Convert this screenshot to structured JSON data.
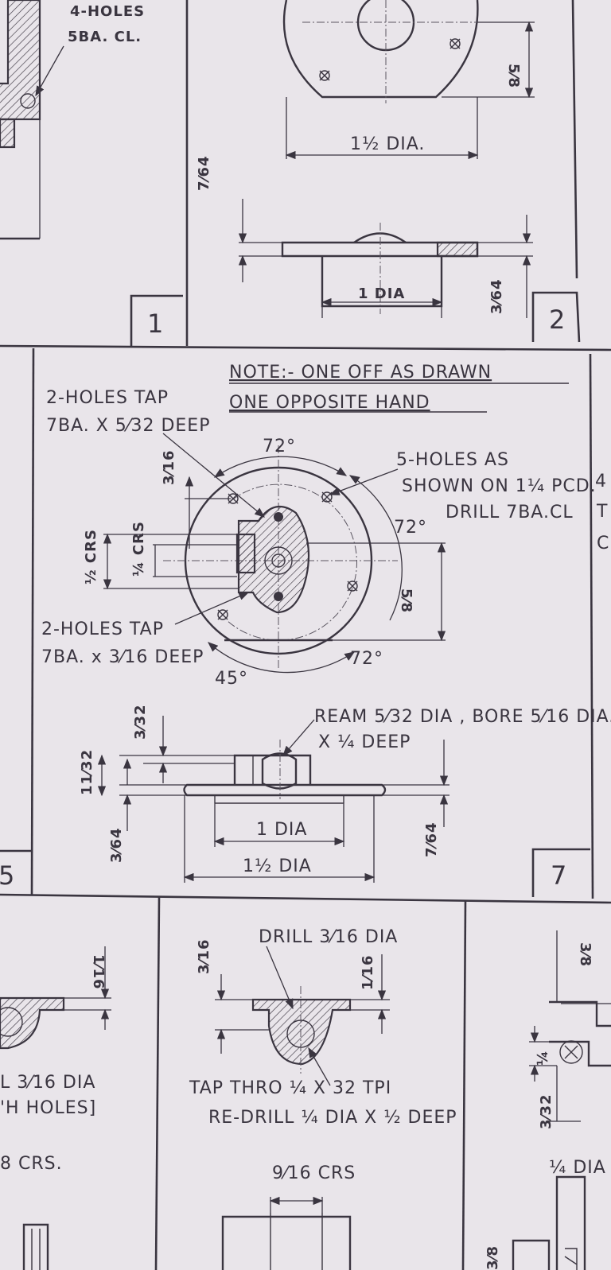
{
  "sheet_numbers": {
    "n1": "1",
    "n2": "2",
    "n5": "5",
    "n7": "7"
  },
  "part1": {
    "holes": "4-HOLES",
    "holes_spec": "5BA. CL."
  },
  "part2": {
    "dia_top": "1½ DIA.",
    "dim_side": "5⁄8",
    "dim_thk": "7⁄64",
    "dia_boss": "1 DIA",
    "dim_base": "3⁄64"
  },
  "part7": {
    "note_line1": "NOTE:- ONE OFF AS DRAWN",
    "note_line2": "ONE OPPOSITE HAND",
    "tap_top_1": "2-HOLES TAP",
    "tap_top_2": "7BA. X 5⁄32 DEEP",
    "angle_top": "72°",
    "holes5_1": "5-HOLES AS",
    "holes5_2": "SHOWN ON 1¼ PCD.",
    "holes5_3": "DRILL 7BA.CL",
    "angle_right": "72°",
    "dim_3_16": "3⁄16",
    "dim_half_crs": "½ CRS",
    "dim_quarter_crs": "¼ CRS",
    "dim_5_8": "5⁄8",
    "tap_bot_1": "2-HOLES TAP",
    "tap_bot_2": "7BA. x 3⁄16 DEEP",
    "angle_bot": "72°",
    "angle_45": "45°",
    "ream": "REAM 5⁄32 DIA , BORE 5⁄16 DIA.",
    "ream_deep": "X ¼ DEEP",
    "dim_3_32": "3⁄32",
    "dim_11_32": "11⁄32",
    "dim_3_64": "3⁄64",
    "dim_7_64": "7⁄64",
    "dia_1": "1 DIA",
    "dia_1_5": "1½ DIA"
  },
  "part_bottom_left": {
    "dim": "1⁄16",
    "drill": "L 3⁄16 DIA",
    "holes": "'H HOLES]",
    "crs": "8 CRS."
  },
  "part_bottom_mid": {
    "drill": "DRILL 3⁄16 DIA",
    "dim_left": "3⁄16",
    "dim_right": "1⁄16",
    "tap1": "TAP THRO ¼ X 32 TPI",
    "tap2": "RE-DRILL ¼ DIA X ½ DEEP",
    "crs": "9⁄16 CRS"
  },
  "part_bottom_right": {
    "dim_top": "3⁄8",
    "dim_mid": "¼",
    "dim_low": "3⁄32",
    "dia": "¼ DIA",
    "dim_bot": "3⁄8"
  },
  "edge_marks": {
    "r1": "4",
    "r2": "T",
    "r3": "C"
  }
}
